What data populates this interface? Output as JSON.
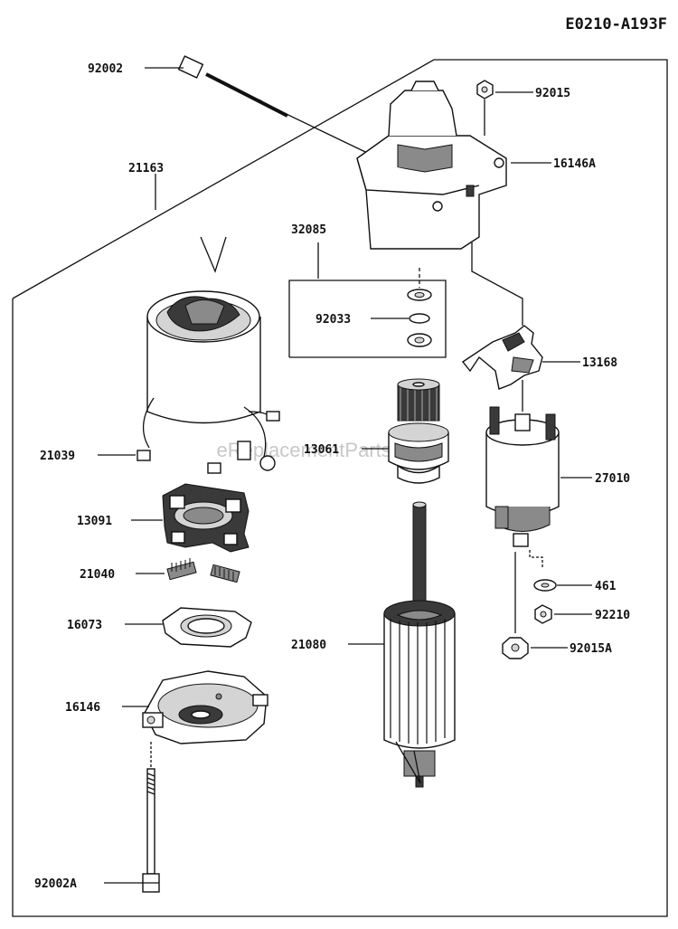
{
  "diagram": {
    "code": "E0210-A193F",
    "watermark": "eReplacementParts.com",
    "labels": {
      "p92002": "92002",
      "p92015": "92015",
      "p16146A": "16146A",
      "p21163": "21163",
      "p32085": "32085",
      "p92033": "92033",
      "p13168": "13168",
      "p21039": "21039",
      "p13061": "13061",
      "p27010": "27010",
      "p13091": "13091",
      "p21040": "21040",
      "p461": "461",
      "p16073": "16073",
      "p92210": "92210",
      "p21080": "21080",
      "p92015A": "92015A",
      "p16146": "16146",
      "p92002A": "92002A"
    }
  }
}
